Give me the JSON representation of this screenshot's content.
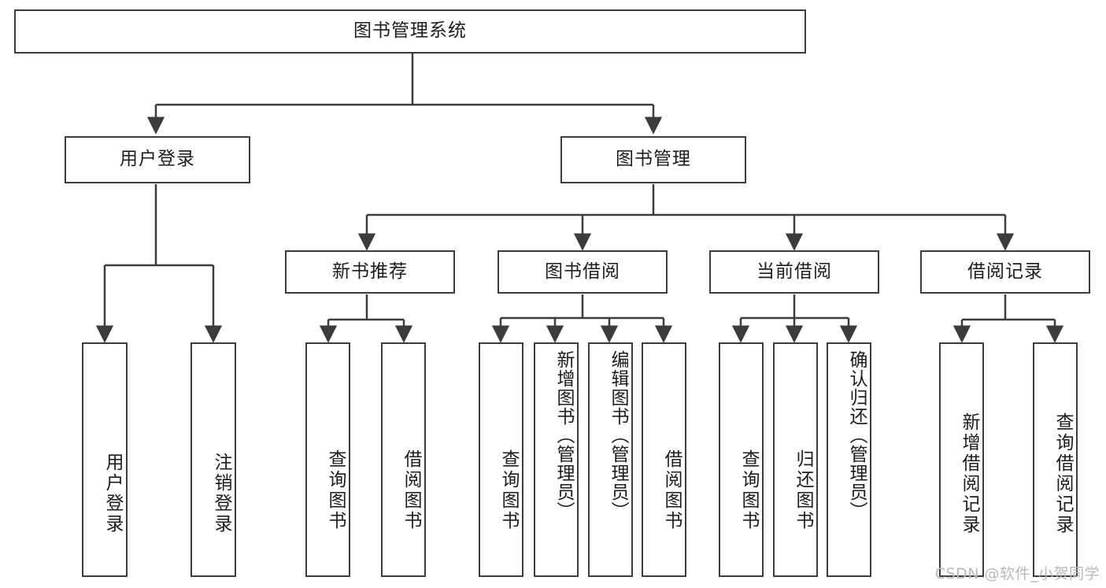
{
  "diagram": {
    "type": "hierarchy-tree",
    "title": "图书管理系统",
    "levels": 4,
    "colors": {
      "background": "#ffffff",
      "stroke": "#3c3c3c",
      "text": "#1c1c1c",
      "watermark": "#b9b9b9"
    },
    "root": {
      "label": "图书管理系统"
    },
    "level2": [
      {
        "label": "用户登录"
      },
      {
        "label": "图书管理"
      }
    ],
    "level3": [
      {
        "label": "新书推荐"
      },
      {
        "label": "图书借阅"
      },
      {
        "label": "当前借阅"
      },
      {
        "label": "借阅记录"
      }
    ],
    "leaves": {
      "user_login": [
        {
          "label": "用户登录"
        },
        {
          "label": "注销登录"
        }
      ],
      "new_book_recommend": [
        {
          "label": "查询图书"
        },
        {
          "label": "借阅图书"
        }
      ],
      "book_borrow": [
        {
          "label": "查询图书"
        },
        {
          "label": "新增图书（管理员）"
        },
        {
          "label": "编辑图书（管理员）"
        },
        {
          "label": "借阅图书"
        }
      ],
      "current_borrow": [
        {
          "label": "查询图书"
        },
        {
          "label": "归还图书"
        },
        {
          "label": "确认归还（管理员）"
        }
      ],
      "borrow_record": [
        {
          "label": "新增借阅记录"
        },
        {
          "label": "查询借阅记录"
        }
      ]
    },
    "watermark": "CSDN @软件_小贺同学"
  }
}
